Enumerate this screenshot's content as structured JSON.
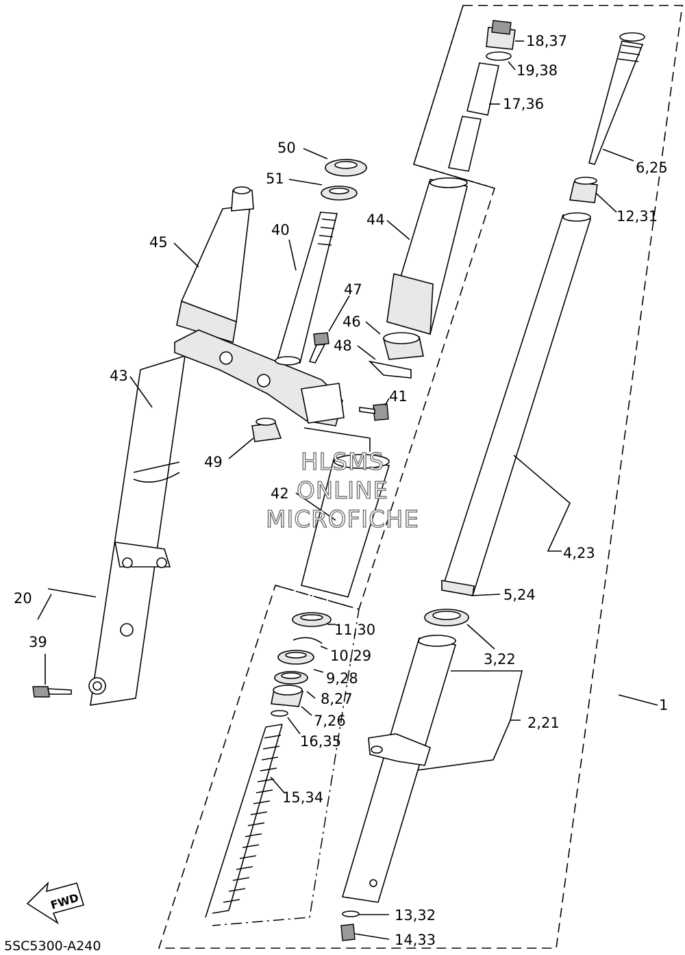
{
  "diagram": {
    "code": "5SC5300-A240",
    "watermark": [
      "HLSMS",
      "ONLINE",
      "MICROFICHE"
    ],
    "fwd_label": "FWD",
    "callouts": [
      {
        "id": "c-18-37",
        "text": "18,37"
      },
      {
        "id": "c-19-38",
        "text": "19,38"
      },
      {
        "id": "c-17-36",
        "text": "17,36"
      },
      {
        "id": "c-6-25",
        "text": "6,25"
      },
      {
        "id": "c-12-31",
        "text": "12,31"
      },
      {
        "id": "c-50",
        "text": "50"
      },
      {
        "id": "c-51",
        "text": "51"
      },
      {
        "id": "c-44",
        "text": "44"
      },
      {
        "id": "c-40",
        "text": "40"
      },
      {
        "id": "c-45",
        "text": "45"
      },
      {
        "id": "c-47",
        "text": "47"
      },
      {
        "id": "c-46",
        "text": "46"
      },
      {
        "id": "c-48",
        "text": "48"
      },
      {
        "id": "c-43",
        "text": "43"
      },
      {
        "id": "c-41",
        "text": "41"
      },
      {
        "id": "c-49",
        "text": "49"
      },
      {
        "id": "c-42",
        "text": "42"
      },
      {
        "id": "c-4-23",
        "text": "4,23"
      },
      {
        "id": "c-5-24",
        "text": "5,24"
      },
      {
        "id": "c-20",
        "text": "20"
      },
      {
        "id": "c-11-30",
        "text": "11,30"
      },
      {
        "id": "c-39",
        "text": "39"
      },
      {
        "id": "c-10-29",
        "text": "10,29"
      },
      {
        "id": "c-3-22",
        "text": "3,22"
      },
      {
        "id": "c-9-28",
        "text": "9,28"
      },
      {
        "id": "c-8-27",
        "text": "8,27"
      },
      {
        "id": "c-1",
        "text": "1"
      },
      {
        "id": "c-7-26",
        "text": "7,26"
      },
      {
        "id": "c-2-21",
        "text": "2,21"
      },
      {
        "id": "c-16-35",
        "text": "16,35"
      },
      {
        "id": "c-15-34",
        "text": "15,34"
      },
      {
        "id": "c-13-32",
        "text": "13,32"
      },
      {
        "id": "c-14-33",
        "text": "14,33"
      }
    ]
  }
}
